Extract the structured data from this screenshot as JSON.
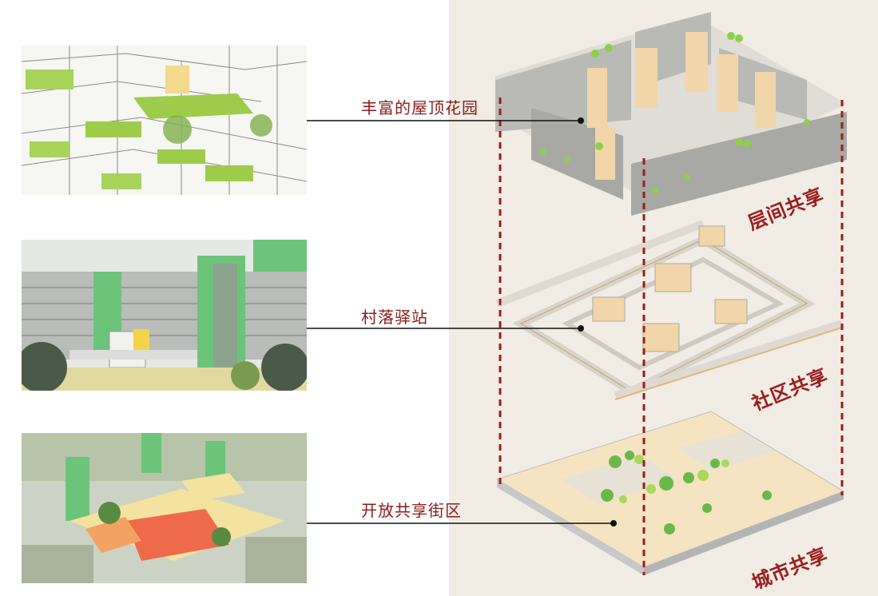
{
  "callouts": [
    {
      "label": "丰富的屋顶花园"
    },
    {
      "label": "村落驿站"
    },
    {
      "label": "开放共享街区"
    }
  ],
  "layers": [
    {
      "label": "层间共享"
    },
    {
      "label": "社区共享"
    },
    {
      "label": "城市共享"
    }
  ],
  "colors": {
    "accent": "#8b1a1a",
    "panel": "#f1ece4",
    "green": "#7dc142",
    "wood": "#f0d6a8"
  }
}
